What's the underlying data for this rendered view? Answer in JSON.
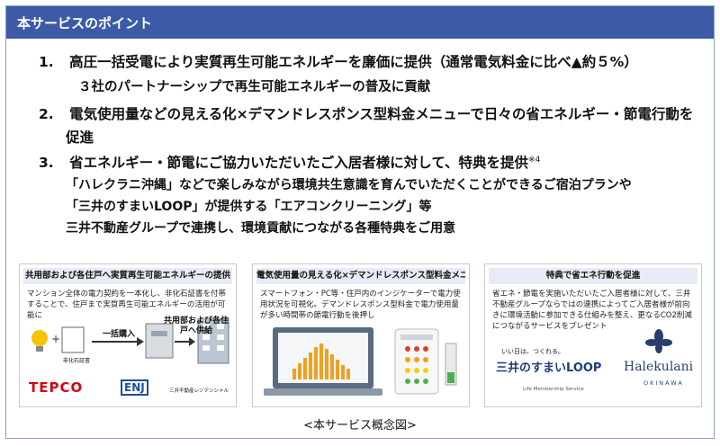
{
  "header": {
    "title": "本サービスのポイント"
  },
  "points": [
    {
      "num": "1.",
      "text": "高圧一括受電により実質再生可能エネルギーを廉価に提供（通常電気料金に比べ▲約５%）"
    },
    {
      "text": "３社のパートナーシップで再生可能エネルギーの普及に貢献"
    },
    {
      "num": "2.",
      "text": "電気使用量などの見える化×デマンドレスポンス型料金メニューで日々の省エネルギー・節電行動を"
    },
    {
      "text": "促進"
    },
    {
      "num": "3.",
      "text": "省エネルギー・節電にご協力いただいたご入居者様に対して、特典を提供",
      "sup": "※4"
    },
    {
      "text": "「ハレクラニ沖縄」などで楽しみながら環境共生意識を育んでいただくことができるご宿泊プランや"
    },
    {
      "text": "「三井のすまいLOOP」が提供する「エアコンクリーニング」等"
    },
    {
      "text": "三井不動産グループで連携し、環境貢献につながる各種特典をご用意"
    }
  ],
  "panels": [
    {
      "title": "共用部および各住戸へ実質再生可能エネルギーの提供",
      "desc": "マンション全体の電力契約を一本化し、非化石証書を付帯することで、住戸まで実質再生可能エネルギーの活用が可能に",
      "labels": {
        "cert": "非化石証書",
        "bulk": "一括購入",
        "supply": "共用部および各住戸へ供給"
      },
      "logos": {
        "tepco": "TEPCO",
        "enj": "ENJ",
        "mitsui_res": "三井不動産レジデンシャル"
      }
    },
    {
      "title": "電気使用量の見える化×デマンドレスポンス型料金メニュー",
      "desc": "スマートフォン・PC等・住戸内のインジケーターで電力使用状況を可視化。デマンドレスポンス型料金で電力使用量が多い時間帯の節電行動を後押し"
    },
    {
      "title": "特典で省エネ行動を促進",
      "desc": "省エネ・節電を実施いただいたご入居者様に対して、三井不動産グループならではの連携によってご入居者様が前向きに環境活動に参加できる仕組みを整え、更なるCO2削減につながるサービスをプレゼント",
      "loop": {
        "tagline": "いい日は、つくれる。",
        "name": "三井のすまいLOOP",
        "sub": "Life Membership Service"
      },
      "halekulani": {
        "name": "Halekulani",
        "sub": "OKINAWA"
      }
    }
  ],
  "caption": "<本サービス概念図>",
  "colors": {
    "header": "#3c5aa6",
    "tepco_red": "#d8000f",
    "chart_orange": "#f0a020"
  }
}
